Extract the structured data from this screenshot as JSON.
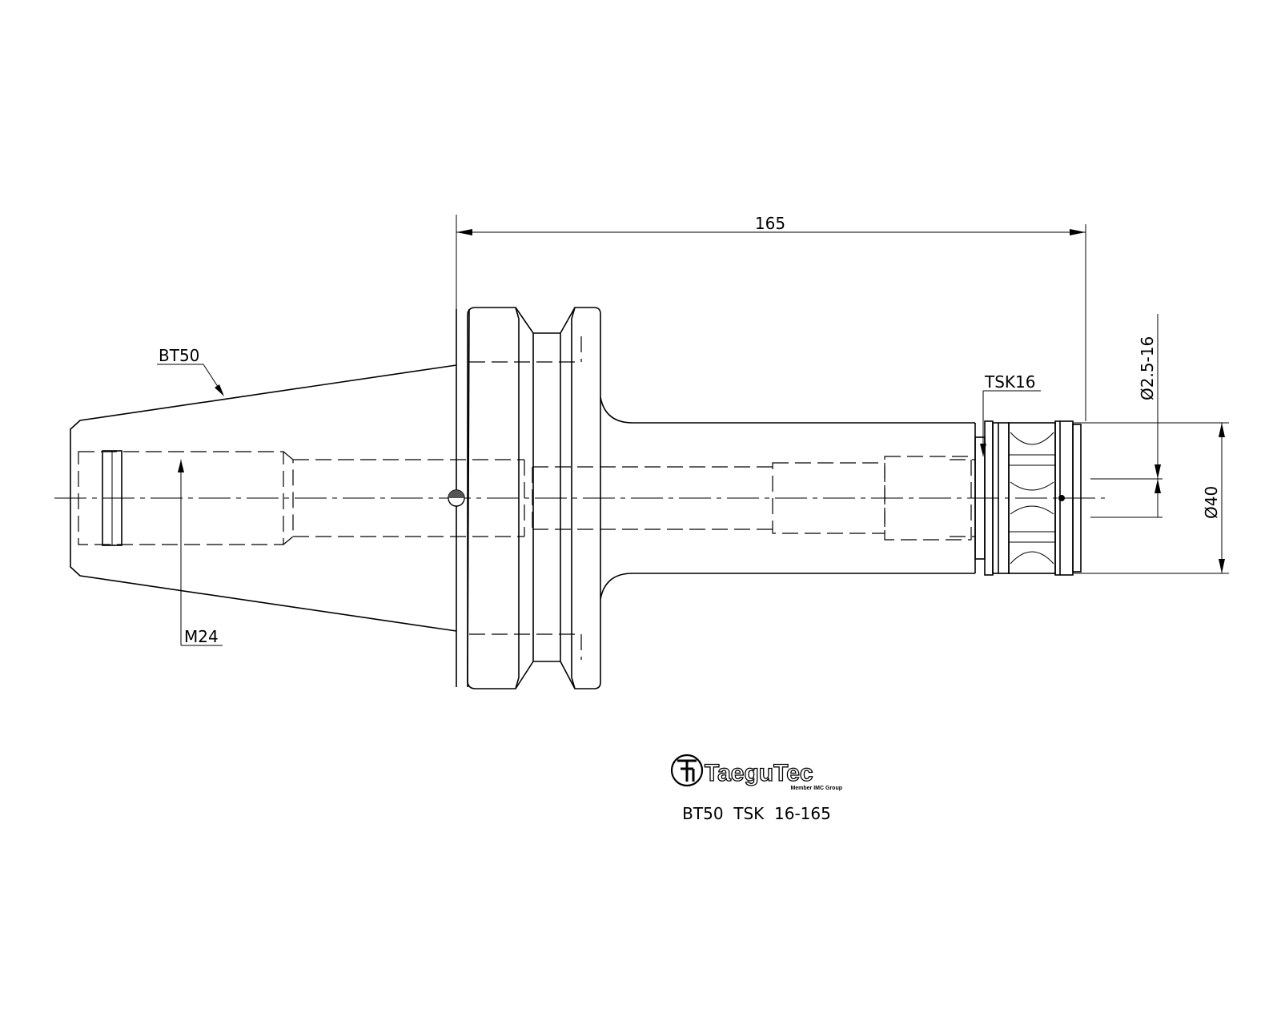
{
  "drawing": {
    "model_code": "BT50  TSK  16-165",
    "labels": {
      "taper": "BT50",
      "thread": "M24",
      "collet": "TSK16",
      "length": "165",
      "clamp_range": "Ø2.5-16",
      "nose_diameter": "Ø40"
    }
  },
  "brand": {
    "name": "TaeguTec",
    "tagline": "Member IMC Group"
  },
  "colors": {
    "line": "#000000",
    "background": "#ffffff"
  }
}
